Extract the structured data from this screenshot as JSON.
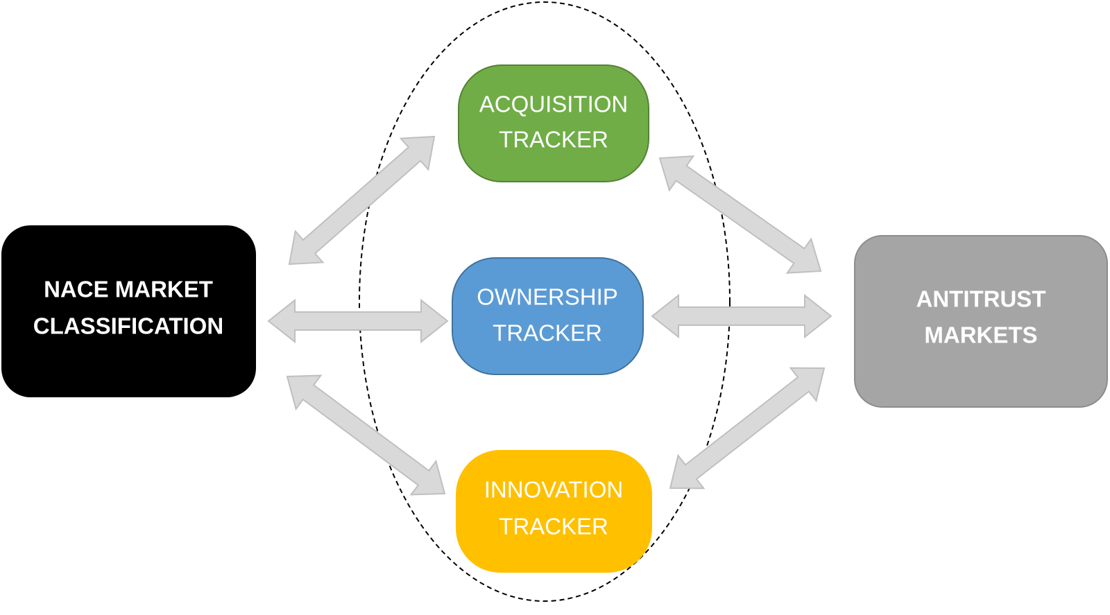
{
  "nodes": {
    "nace": {
      "line1": "NACE MARKET",
      "line2": "CLASSIFICATION",
      "fill": "#000000",
      "text_color": "#ffffff"
    },
    "antitrust": {
      "line1": "ANTITRUST",
      "line2": "MARKETS",
      "fill": "#a5a5a5",
      "text_color": "#ffffff"
    },
    "acquisition": {
      "line1": "ACQUISITION",
      "line2": "TRACKER",
      "fill": "#70ad47",
      "text_color": "#ffffff"
    },
    "ownership": {
      "line1": "OWNERSHIP",
      "line2": "TRACKER",
      "fill": "#5b9bd5",
      "text_color": "#ffffff"
    },
    "innovation": {
      "line1": "INNOVATION",
      "line2": "TRACKER",
      "fill": "#ffc000",
      "text_color": "#ffffff"
    }
  },
  "connections": [
    {
      "from": "nace",
      "to": "acquisition",
      "style": "double-arrow"
    },
    {
      "from": "nace",
      "to": "ownership",
      "style": "double-arrow"
    },
    {
      "from": "nace",
      "to": "innovation",
      "style": "double-arrow"
    },
    {
      "from": "acquisition",
      "to": "antitrust",
      "style": "double-arrow"
    },
    {
      "from": "ownership",
      "to": "antitrust",
      "style": "double-arrow"
    },
    {
      "from": "innovation",
      "to": "antitrust",
      "style": "double-arrow"
    }
  ],
  "group_outline": {
    "style": "dashed-ellipse",
    "members": [
      "acquisition",
      "ownership",
      "innovation"
    ]
  },
  "arrow_color": "#d9d9d9"
}
